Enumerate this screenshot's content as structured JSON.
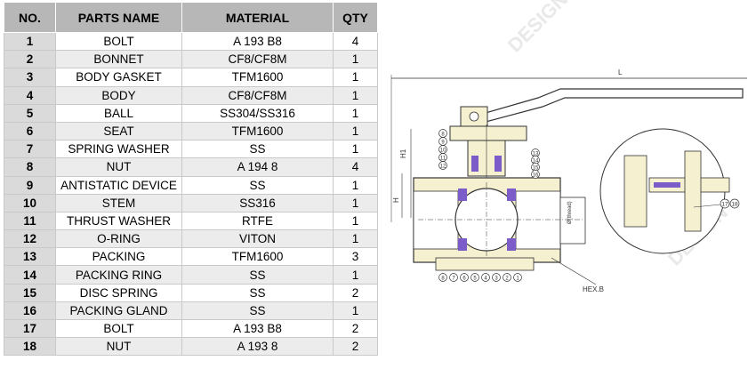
{
  "table": {
    "headers": {
      "no": "NO.",
      "name": "PARTS NAME",
      "material": "MATERIAL",
      "qty": "QTY"
    },
    "rows": [
      {
        "no": "1",
        "name": "BOLT",
        "material": "A 193 B8",
        "qty": "4"
      },
      {
        "no": "2",
        "name": "BONNET",
        "material": "CF8/CF8M",
        "qty": "1"
      },
      {
        "no": "3",
        "name": "BODY GASKET",
        "material": "TFM1600",
        "qty": "1"
      },
      {
        "no": "4",
        "name": "BODY",
        "material": "CF8/CF8M",
        "qty": "1"
      },
      {
        "no": "5",
        "name": "BALL",
        "material": "SS304/SS316",
        "qty": "1"
      },
      {
        "no": "6",
        "name": "SEAT",
        "material": "TFM1600",
        "qty": "1"
      },
      {
        "no": "7",
        "name": "SPRING WASHER",
        "material": "SS",
        "qty": "1"
      },
      {
        "no": "8",
        "name": "NUT",
        "material": "A 194 8",
        "qty": "4"
      },
      {
        "no": "9",
        "name": "ANTISTATIC DEVICE",
        "material": "SS",
        "qty": "1"
      },
      {
        "no": "10",
        "name": "STEM",
        "material": "SS316",
        "qty": "1"
      },
      {
        "no": "11",
        "name": "THRUST WASHER",
        "material": "RTFE",
        "qty": "1"
      },
      {
        "no": "12",
        "name": "O-RING",
        "material": "VITON",
        "qty": "1"
      },
      {
        "no": "13",
        "name": "PACKING",
        "material": "TFM1600",
        "qty": "3"
      },
      {
        "no": "14",
        "name": "PACKING RING",
        "material": "SS",
        "qty": "1"
      },
      {
        "no": "15",
        "name": "DISC SPRING",
        "material": "SS",
        "qty": "2"
      },
      {
        "no": "16",
        "name": "PACKING GLAND",
        "material": "SS",
        "qty": "1"
      },
      {
        "no": "17",
        "name": "BOLT",
        "material": "A 193 B8",
        "qty": "2"
      },
      {
        "no": "18",
        "name": "NUT",
        "material": "A 193 8",
        "qty": "2"
      }
    ]
  },
  "drawing": {
    "dim_l": "L",
    "dim_h1": "H1",
    "dim_h": "H",
    "hex_label": "HEX.B",
    "bore_label": "Ø(thread)",
    "detail_labels": [
      "17",
      "18"
    ],
    "top_balloons": [
      "8",
      "9",
      "10",
      "11",
      "12"
    ],
    "right_balloons": [
      "13",
      "14",
      "15",
      "16"
    ],
    "bottom_balloons": [
      "8",
      "7",
      "6",
      "5",
      "4",
      "3",
      "2",
      "1"
    ],
    "watermark": "DESIGN"
  },
  "colors": {
    "header_bg": "#b7b7b7",
    "body_fill": "#f4f0d0",
    "seat_fill": "#7c5cc8",
    "line": "#333333"
  }
}
